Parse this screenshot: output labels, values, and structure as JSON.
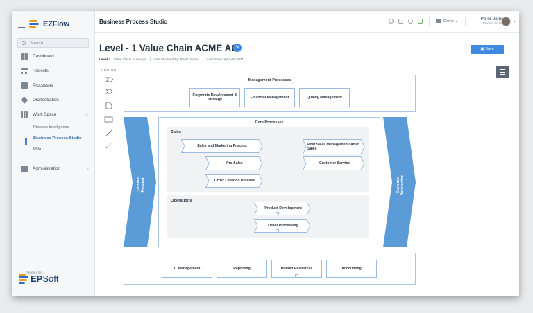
{
  "app": {
    "brand": "EZFlow",
    "section_title": "Business Process Studio"
  },
  "sidebar": {
    "search_placeholder": "Search",
    "items": [
      {
        "label": "Dashboard"
      },
      {
        "label": "Projects"
      },
      {
        "label": "Processes"
      },
      {
        "label": "Orchestration"
      },
      {
        "label": "Work Space"
      },
      {
        "label": "Administration"
      }
    ],
    "subitems": [
      {
        "label": "Process Intelligence"
      },
      {
        "label": "Business Process Studio"
      },
      {
        "label": "RPA"
      }
    ],
    "powered_by": "Powered By",
    "company_a": "EP",
    "company_b": "Soft"
  },
  "header": {
    "workspace": "Demo",
    "user_name": "Peter James",
    "user_role": "Process Architect"
  },
  "page": {
    "title": "Level - 1 Value Chain ACME AG",
    "meta_level": "Level 1",
    "meta_name": "- Value Chain Acmeage",
    "meta_modified": "Last Modified By: Peter James",
    "meta_autosave": "Auto Save: April-09-2021",
    "save_label": "Save"
  },
  "diagram": {
    "management": {
      "title": "Management Processes",
      "items": [
        "Corporate Development & Strategy",
        "Financial Management",
        "Quality Management"
      ]
    },
    "core": {
      "title": "Core Processes",
      "sales_title": "Sales",
      "sales_items": [
        "Sales and Marketing Process",
        "Pre-Sales",
        "Order Creation Process",
        "Post Sales Management/ After Sales",
        "Customer Service"
      ],
      "operations_title": "Operations",
      "operations_items": [
        "Product Development",
        "Order Processing"
      ],
      "left_arrow": "Customer Request",
      "right_arrow": "Customer Satisfaction"
    },
    "support": {
      "items": [
        "IT Management",
        "Reporting",
        "Human Resources",
        "Accounting"
      ]
    }
  },
  "colors": {
    "accent": "#3f8ae0",
    "arrow": "#5b9bd8",
    "brand_navy": "#1c3d6e"
  }
}
